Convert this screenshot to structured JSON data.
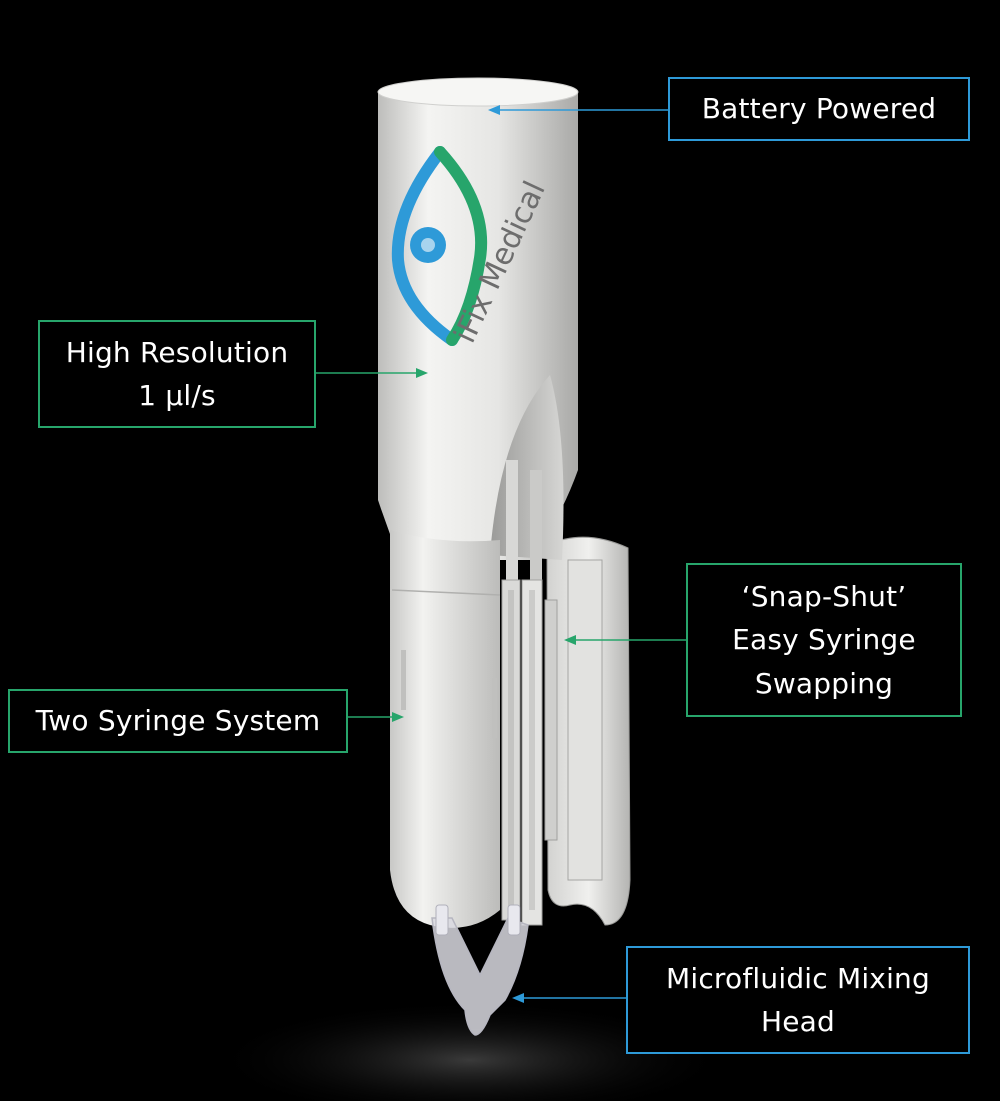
{
  "colors": {
    "background": "#000000",
    "blue_accent": "#2e9ad8",
    "green_accent": "#27a56b",
    "device_white": "#e8e8e6"
  },
  "logo": {
    "text": "iFix Medical",
    "icon": "eye-icon"
  },
  "callouts": {
    "battery": {
      "lines": [
        "Battery Powered"
      ]
    },
    "resolution": {
      "lines": [
        "High Resolution",
        "1 µl/s"
      ]
    },
    "snap": {
      "lines": [
        "‘Snap-Shut’",
        "Easy Syringe",
        "Swapping"
      ]
    },
    "syringe": {
      "lines": [
        "Two Syringe System"
      ]
    },
    "mixing": {
      "lines": [
        "Microfluidic Mixing",
        "Head"
      ]
    }
  }
}
